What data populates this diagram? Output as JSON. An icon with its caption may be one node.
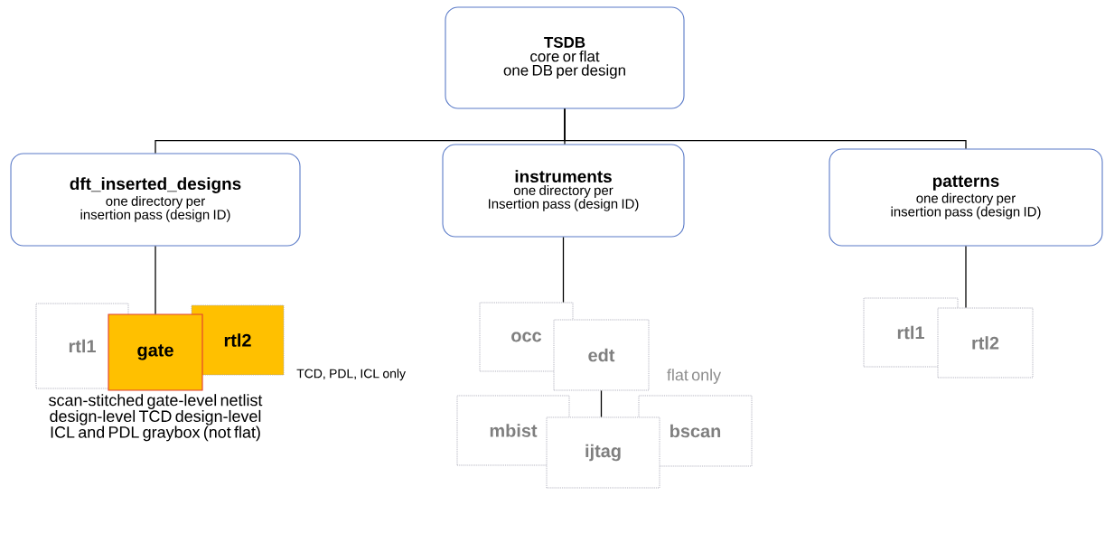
{
  "diagram": {
    "nodes": [
      {
        "text": [
          "TSDB",
          "core or flat",
          "one DB per design"
        ]
      },
      {
        "text": [
          "dft_inserted_designs",
          "one directory per insertion pass (design ID)"
        ]
      },
      {
        "text": [
          "instruments",
          "one directory per Insertion pass (design ID)"
        ]
      },
      {
        "text": [
          "patterns",
          "one directory per insertion pass (design ID)"
        ]
      },
      {
        "text": [
          "rtl1"
        ]
      },
      {
        "text": [
          "gate"
        ],
        "beside": [
          "scan-stitched gate-level netlist design-level TCD design-level ICL and PDL graybox (not flat)"
        ]
      },
      {
        "text": [
          "rtl2"
        ],
        "beside": [
          "TCD, PDL, ICL only"
        ]
      },
      {
        "text": [
          "occ"
        ]
      },
      {
        "text": [
          "edt"
        ]
      },
      {
        "text": [
          "mbist"
        ]
      },
      {
        "text": [
          "ijtag"
        ]
      },
      {
        "text": [
          "bscan"
        ],
        "beside": [
          "flat only"
        ]
      },
      {
        "text": [
          "rtl1"
        ]
      },
      {
        "text": [
          "rtl2"
        ]
      }
    ],
    "edges": [
      {
        "from": 0,
        "to": 1,
        "arrow": "none"
      },
      {
        "from": 0,
        "to": 2,
        "arrow": "none"
      },
      {
        "from": 0,
        "to": 3,
        "arrow": "none"
      },
      {
        "from": 1,
        "to": 5,
        "arrow": "none"
      },
      {
        "from": 2,
        "to": 7,
        "arrow": "none"
      },
      {
        "from": 8,
        "to": 10,
        "arrow": "none"
      },
      {
        "from": 3,
        "to": 13,
        "arrow": "none"
      }
    ]
  }
}
